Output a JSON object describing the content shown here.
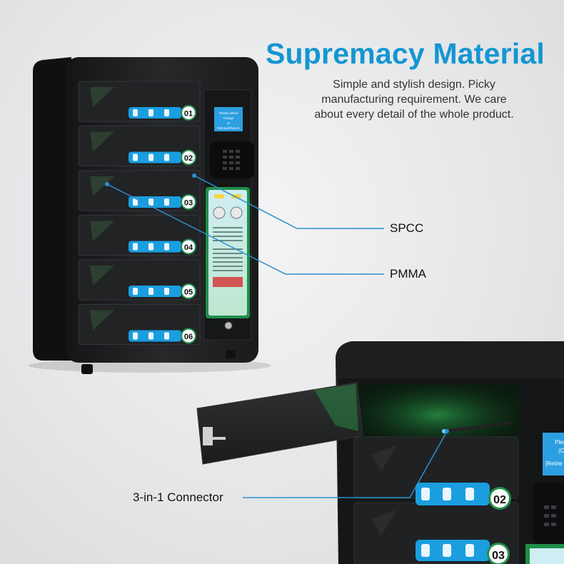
{
  "header": {
    "title": "Supremacy Material",
    "description_lines": [
      "Simple and stylish design. Picky",
      "manufacturing requirement. We care",
      "about every detail of the whole product."
    ]
  },
  "callouts": {
    "spcc": "SPCC",
    "pmma": "PMMA",
    "connector": "3-in-1 Connector"
  },
  "locker": {
    "compartments": [
      "01",
      "02",
      "03",
      "04",
      "05",
      "06"
    ],
    "screen_text": [
      "Please select",
      "Charge",
      "or",
      "Retrieve/Return"
    ]
  },
  "closeup": {
    "compartments": [
      "02",
      "03"
    ],
    "screen_text": [
      "Plea",
      "(C",
      "[Retrie"
    ]
  },
  "colors": {
    "accent": "#1496d2",
    "callout_line": "#2b8fd0",
    "cabinet": "#1c1d1f",
    "led_green": "#2ecc55",
    "label_blue": "#1a9ee0"
  }
}
